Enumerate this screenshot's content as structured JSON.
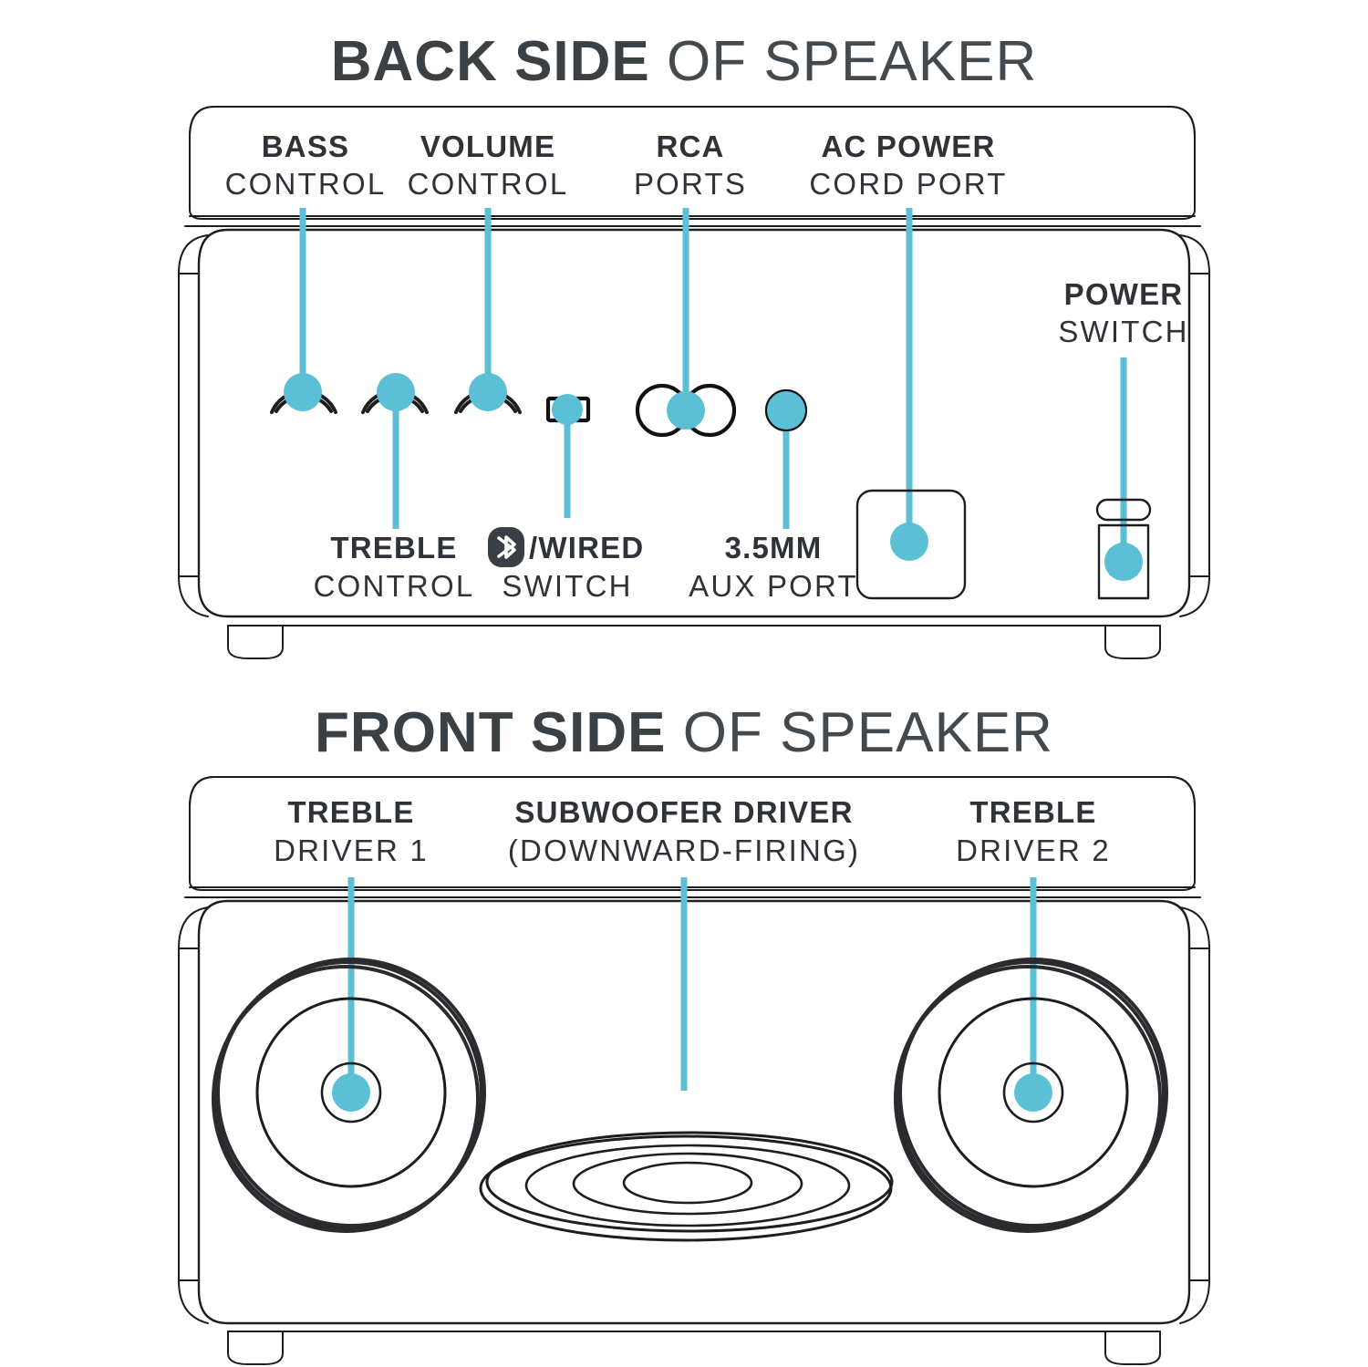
{
  "accent_color": "#5bbfd5",
  "line_color": "#1d1d1f",
  "text_color": "#2f3338",
  "sections": {
    "back": {
      "title_bold": "BACK SIDE",
      "title_light": " OF SPEAKER",
      "labels": {
        "bass": {
          "line1": "BASS",
          "line2": "CONTROL"
        },
        "volume": {
          "line1": "VOLUME",
          "line2": "CONTROL"
        },
        "rca": {
          "line1": "RCA",
          "line2": "PORTS"
        },
        "ac_power": {
          "line1": "AC POWER",
          "line2": "CORD PORT"
        },
        "power_switch": {
          "line1": "POWER",
          "line2": "SWITCH"
        },
        "treble": {
          "line1": "TREBLE",
          "line2": "CONTROL"
        },
        "bt_wired": {
          "line1": "/WIRED",
          "line2": "SWITCH",
          "icon": "bluetooth-icon"
        },
        "aux": {
          "line1": "3.5MM",
          "line2": "AUX PORT"
        }
      }
    },
    "front": {
      "title_bold": "FRONT SIDE",
      "title_light": " OF SPEAKER",
      "labels": {
        "treble1": {
          "line1": "TREBLE",
          "line2": "DRIVER 1"
        },
        "subwoofer": {
          "line1": "SUBWOOFER DRIVER",
          "line2": "(DOWNWARD-FIRING)"
        },
        "treble2": {
          "line1": "TREBLE",
          "line2": "DRIVER 2"
        }
      }
    }
  }
}
